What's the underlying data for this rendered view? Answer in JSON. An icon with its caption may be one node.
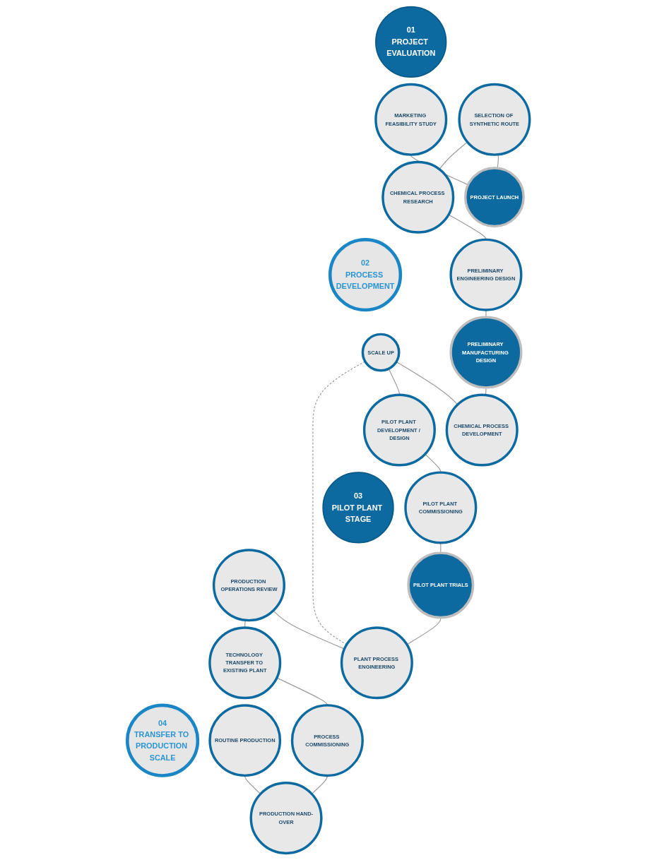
{
  "diagram": {
    "nodes": [
      {
        "text": [
          "01",
          "PROJECT EVALUATION"
        ]
      },
      {
        "text": [
          "MARKETING FEASIBILITY STUDY"
        ]
      },
      {
        "text": [
          "PROJECT LAUNCH"
        ]
      },
      {
        "text": [
          "SELECTION OF SYNTHETIC ROUTE"
        ]
      },
      {
        "text": [
          "CHEMICAL PROCESS RESEARCH"
        ]
      },
      {
        "text": [
          "02",
          "PROCESS DEVELOPMENT"
        ]
      },
      {
        "text": [
          "PRELIMINARY ENGINEERING DESIGN"
        ]
      },
      {
        "text": [
          "SCALE UP"
        ]
      },
      {
        "text": [
          "PILOT PLANT DEVELOPMENT / DESIGN"
        ]
      },
      {
        "text": [
          "CHEMICAL PROCESS DEVELOPMENT"
        ]
      },
      {
        "text": [
          "PRELIMINARY MANUFACTURING DESIGN"
        ]
      },
      {
        "text": [
          "03",
          "PILOT PLANT STAGE"
        ]
      },
      {
        "text": [
          "PILOT PLANT COMMISSIONING"
        ]
      },
      {
        "text": [
          "PLANT PROCESS ENGINEERING"
        ]
      },
      {
        "text": [
          "PRODUCTION OPERATIONS REVIEW"
        ]
      },
      {
        "text": [
          "PILOT PLANT TRIALS"
        ]
      },
      {
        "text": [
          "TECHNOLOGY TRANSFER TO EXISTING PLANT"
        ]
      },
      {
        "text": [
          "04",
          "TRANSFER TO PRODUCTION SCALE"
        ]
      },
      {
        "text": [
          "ROUTINE PRODUCTION"
        ]
      },
      {
        "text": [
          "PROCESS COMMISSIONING"
        ]
      },
      {
        "text": [
          "PRODUCTION HAND-OVER"
        ]
      }
    ],
    "edges": [
      {
        "from": 1,
        "to": 2,
        "arrow": "none"
      },
      {
        "from": 3,
        "to": 2,
        "arrow": "none"
      },
      {
        "from": 3,
        "to": 4,
        "arrow": "none"
      },
      {
        "from": 4,
        "to": 6,
        "arrow": "none"
      },
      {
        "from": 6,
        "to": 10,
        "arrow": "none"
      },
      {
        "from": 10,
        "to": 9,
        "arrow": "none"
      },
      {
        "from": 7,
        "to": 9,
        "arrow": "none"
      },
      {
        "from": 7,
        "to": 8,
        "arrow": "none"
      },
      {
        "from": 8,
        "to": 12,
        "arrow": "none"
      },
      {
        "from": 12,
        "to": 15,
        "arrow": "none"
      },
      {
        "from": 7,
        "to": 13,
        "arrow": "none",
        "style": "dashed"
      },
      {
        "from": 15,
        "to": 13,
        "arrow": "none"
      },
      {
        "from": 14,
        "to": 13,
        "arrow": "none"
      },
      {
        "from": 14,
        "to": 16,
        "arrow": "none"
      },
      {
        "from": 16,
        "to": 19,
        "arrow": "none"
      },
      {
        "from": 19,
        "to": 20,
        "arrow": "none"
      },
      {
        "from": 18,
        "to": 20,
        "arrow": "none"
      }
    ]
  }
}
